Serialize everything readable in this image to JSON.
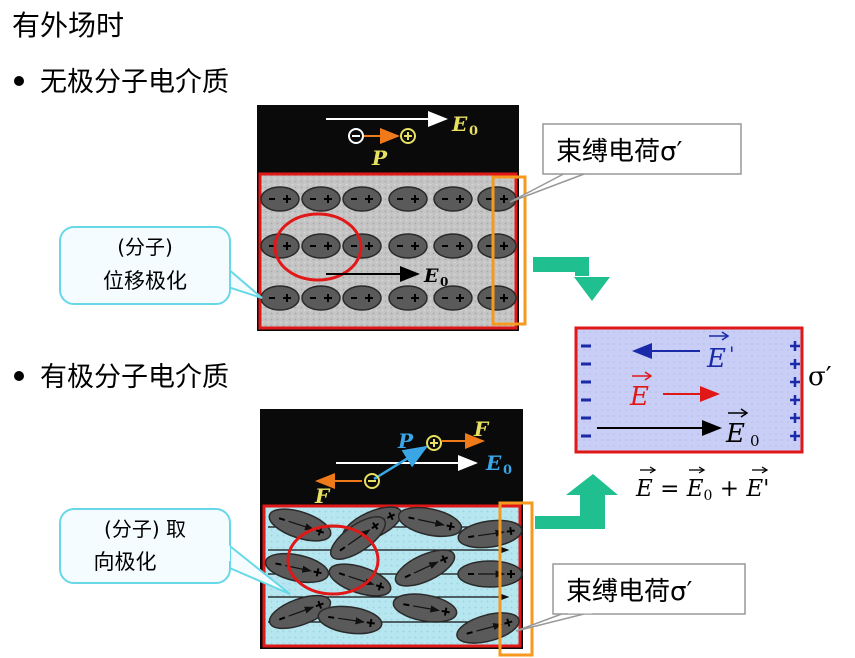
{
  "heading": "有外场时",
  "section1": {
    "label": "无极分子电介质"
  },
  "section2": {
    "label": "有极分子电介质"
  },
  "top_panel": {
    "field_label": "E",
    "field_sub": "0",
    "dipole_label": "P",
    "inner_field_label": "E",
    "inner_field_sub": "0"
  },
  "callout_top": {
    "line1": "(分子)",
    "line2": "位移极化"
  },
  "callout_bound1": {
    "text": "束缚电荷σ′"
  },
  "callout_bound2": {
    "text": "束缚电荷σ′"
  },
  "callout_bottom": {
    "line1": "(分子) 取",
    "line2": "向极化"
  },
  "bottom_panel": {
    "force_label_right": "F",
    "force_label_left": "F",
    "dipole_label": "P",
    "field_label": "E",
    "field_sub": "0"
  },
  "result_box": {
    "e_prime": "E",
    "e_prime_mark": "'",
    "e_total": "E",
    "e_zero": "E",
    "e_zero_sub": "0",
    "sigma_label": "σ′",
    "equation_left": "E",
    "equation_eq": " = ",
    "equation_e0": "E",
    "equation_e0_sub": "0",
    "equation_plus": " + ",
    "equation_ep": "E",
    "equation_ep_mark": "'"
  },
  "colors": {
    "panel_bg": "#0a0a0a",
    "frame_red": "#e01818",
    "orange": "#f59a1f",
    "arrow_green": "#1fbf8f",
    "result_bg": "#c8cef5",
    "callout_border": "#68d8e8",
    "callout_bg": "#f4fcff"
  }
}
